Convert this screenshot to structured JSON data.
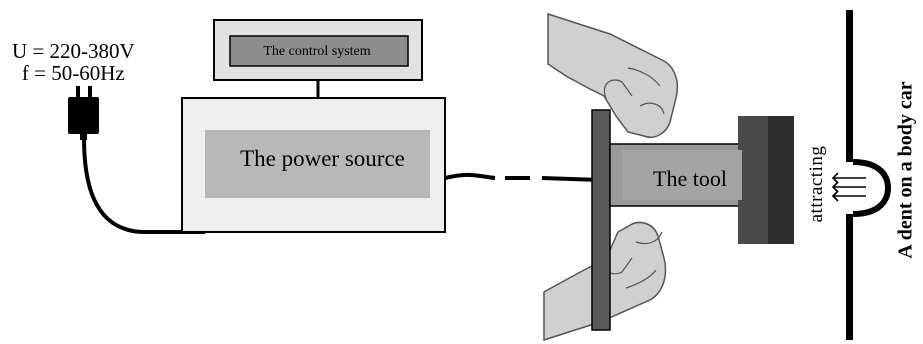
{
  "labels": {
    "voltage": "U = 220-380V",
    "frequency": "f = 50-60Hz",
    "control_system": "The control system",
    "power_source": "The power source",
    "tool": "The tool",
    "attracting": "attracting",
    "dent": "A dent on a body car"
  },
  "colors": {
    "control_outer": "#e2e2e2",
    "control_inner": "#8d8d8d",
    "power_outer": "#eeeeee",
    "power_inner": "#b8b8b8",
    "tool_body": "#9a9a9a",
    "tool_dark": "#2e2e2e",
    "tool_mid": "#5a5a5a",
    "glove": "#d0d0d0"
  }
}
